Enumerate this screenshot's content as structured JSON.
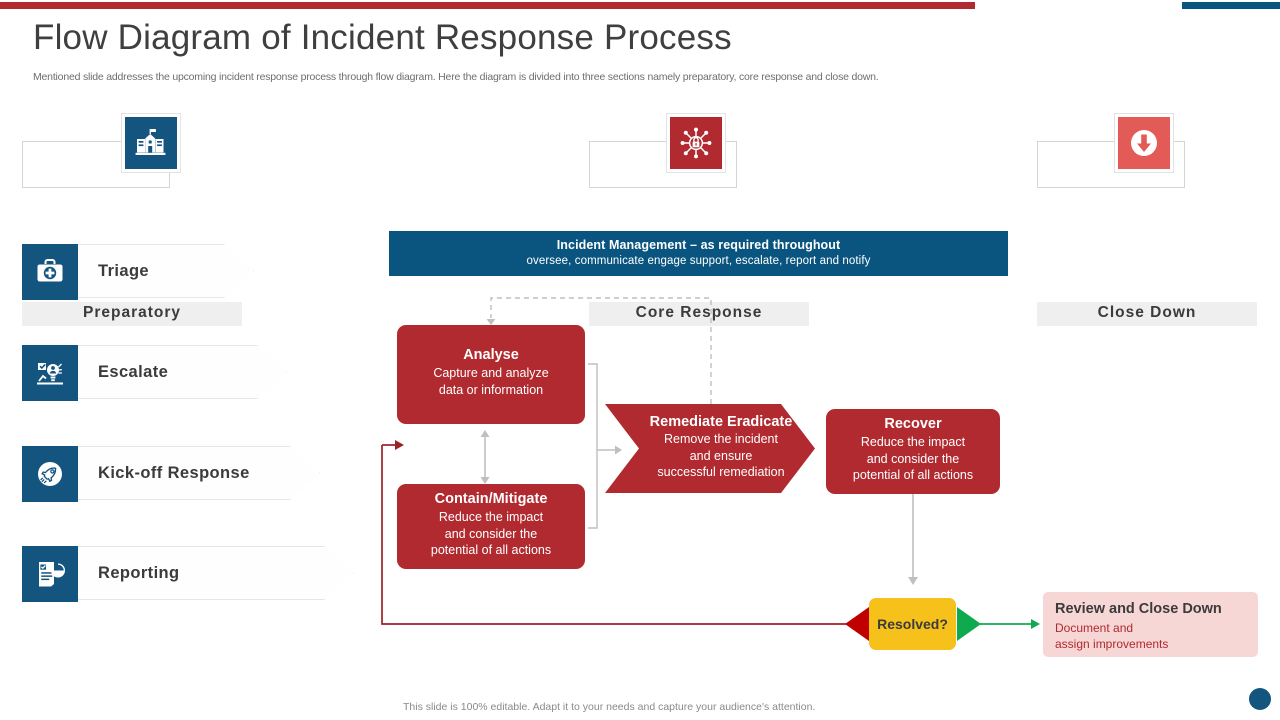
{
  "topbar": {
    "red_color": "#b02a2f",
    "blue_color": "#0a5580"
  },
  "header": {
    "title": "Flow Diagram of Incident Response Process",
    "subtitle": "Mentioned slide addresses the upcoming incident response process through flow diagram. Here the diagram is divided into three sections namely preparatory, core response and close down."
  },
  "sections": [
    {
      "label": "Preparatory",
      "icon": "institution-icon",
      "icon_bg": "#14557f"
    },
    {
      "label": "Core Response",
      "icon": "chip-lock-icon",
      "icon_bg": "#b02a2f"
    },
    {
      "label": "Close Down",
      "icon": "down-arrow-circle-icon",
      "icon_bg": "#e35b57"
    }
  ],
  "preparatory_steps": [
    {
      "label": "Triage",
      "icon": "first-aid-kit-icon"
    },
    {
      "label": "Escalate",
      "icon": "escalate-person-icon"
    },
    {
      "label": "Kick-off Response",
      "icon": "rocket-icon"
    },
    {
      "label": "Reporting",
      "icon": "report-chart-icon"
    }
  ],
  "banner": {
    "line1": "Incident Management – as required throughout",
    "line2": "oversee,  communicate engage  support, escalate, report and notify",
    "color": "#0a5580"
  },
  "process": {
    "analyse": {
      "title": "Analyse",
      "desc": "Capture and analyze\ndata or information"
    },
    "contain": {
      "title": "Contain/Mitigate",
      "desc": "Reduce the impact\nand consider the\npotential of all actions"
    },
    "remediate": {
      "title": "Remediate Eradicate",
      "desc": "Remove the incident\nand ensure\nsuccessful remediation"
    },
    "recover": {
      "title": "Recover",
      "desc": "Reduce the impact\nand consider the\npotential of all actions"
    },
    "decision": {
      "label": "Resolved?",
      "color": "#f5c11a"
    },
    "review": {
      "title": "Review and Close Down",
      "desc": "Document and\nassign improvements"
    }
  },
  "footer": {
    "note": "This slide is 100% editable. Adapt it to your needs and capture your audience's attention."
  }
}
